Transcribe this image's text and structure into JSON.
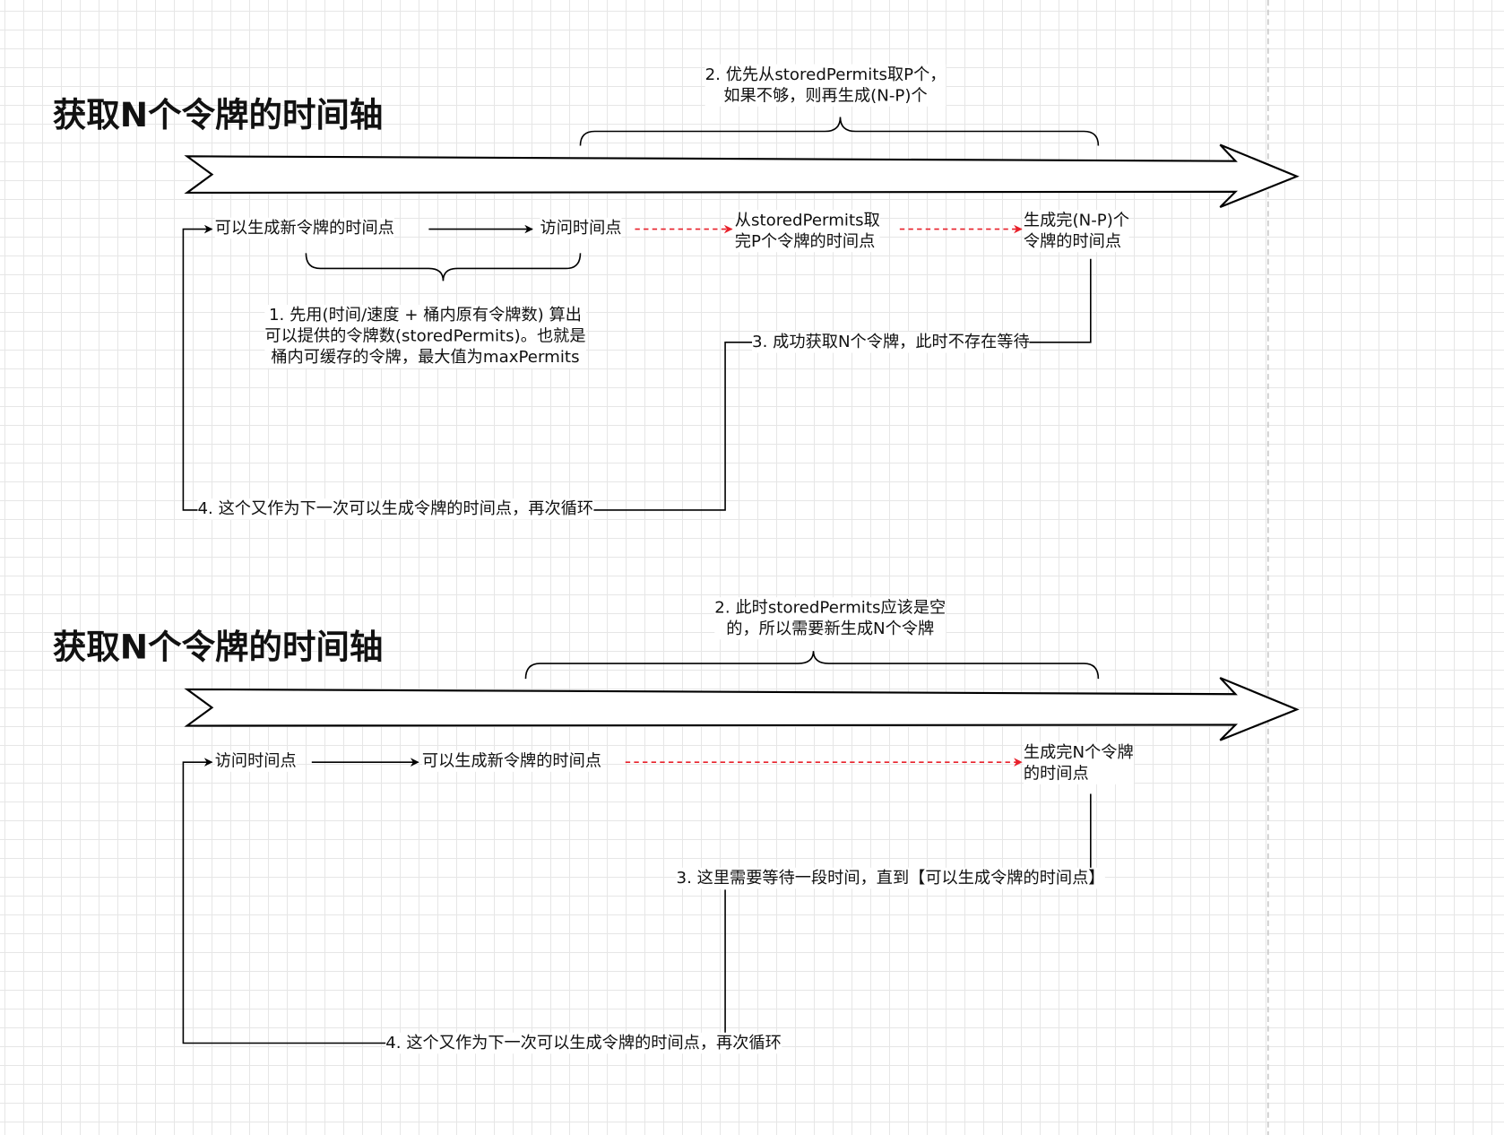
{
  "diagram1": {
    "title": "获取N个令牌的时间轴",
    "nodes": {
      "gen_point": "可以生成新令牌的时间点",
      "access_point": "访问时间点",
      "stored_done": "从storedPermits取\n完P个令牌的时间点",
      "gen_done": "生成完(N-P)个\n令牌的时间点"
    },
    "notes": {
      "step1": "1. 先用(时间/速度 + 桶内原有令牌数) 算出\n可以提供的令牌数(storedPermits)。也就是\n桶内可缓存的令牌，最大值为maxPermits",
      "step2": "2. 优先从storedPermits取P个，\n如果不够，则再生成(N-P)个",
      "step3": "3. 成功获取N个令牌，此时不存在等待",
      "step4": "4. 这个又作为下一次可以生成令牌的时间点，再次循环"
    }
  },
  "diagram2": {
    "title": "获取N个令牌的时间轴",
    "nodes": {
      "access_point": "访问时间点",
      "gen_point": "可以生成新令牌的时间点",
      "gen_done": "生成完N个令牌\n的时间点"
    },
    "notes": {
      "step2": "2. 此时storedPermits应该是空\n的，所以需要新生成N个令牌",
      "step3": "3. 这里需要等待一段时间，直到【可以生成令牌的时间点】",
      "step4": "4. 这个又作为下一次可以生成令牌的时间点，再次循环"
    }
  },
  "colors": {
    "line": "#000000",
    "dashed_arrow": "#e8202a",
    "page_guide": "#c8c8c8"
  }
}
